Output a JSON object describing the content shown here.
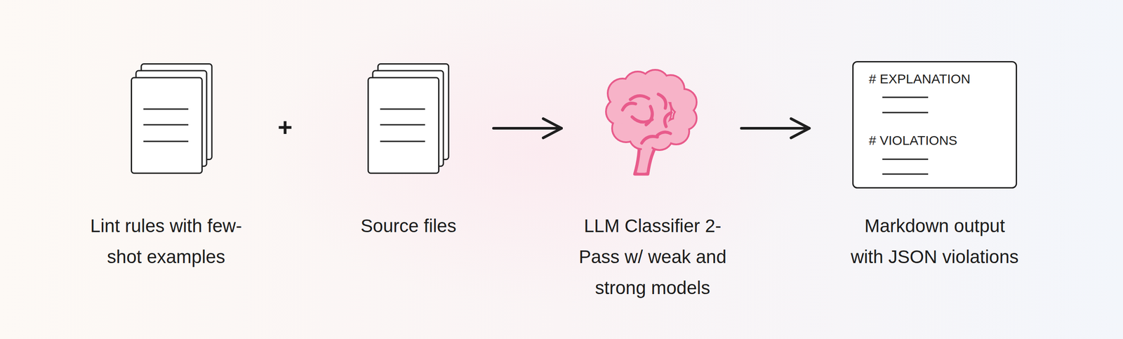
{
  "diagram": {
    "nodes": [
      {
        "text": [
          "Lint rules with few-shot examples"
        ]
      },
      {
        "text": [
          "Source files"
        ]
      },
      {
        "text": [
          "LLM Classifier 2-Pass w/ weak and strong models"
        ]
      },
      {
        "text": [
          "# EXPLANATION",
          "# VIOLATIONS",
          "Markdown output with JSON violations"
        ]
      }
    ],
    "edges": [
      {
        "from": 1,
        "to": 2,
        "arrow": "to"
      },
      {
        "from": 2,
        "to": 3,
        "arrow": "to"
      }
    ],
    "labels": [
      "+"
    ]
  }
}
